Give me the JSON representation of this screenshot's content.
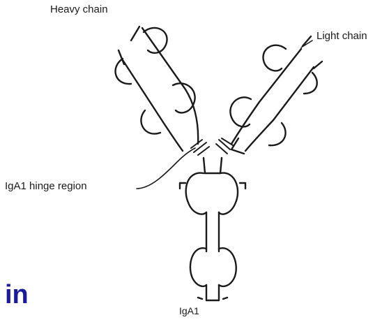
{
  "labels": {
    "heavy_chain": "Heavy chain",
    "light_chain": "Light chain",
    "hinge_region": "IgA1 hinge region",
    "molecule": "IgA1"
  },
  "slide_title_fragment": "in",
  "colors": {
    "line": "#1a1a1a",
    "title": "#1a1a9c"
  }
}
